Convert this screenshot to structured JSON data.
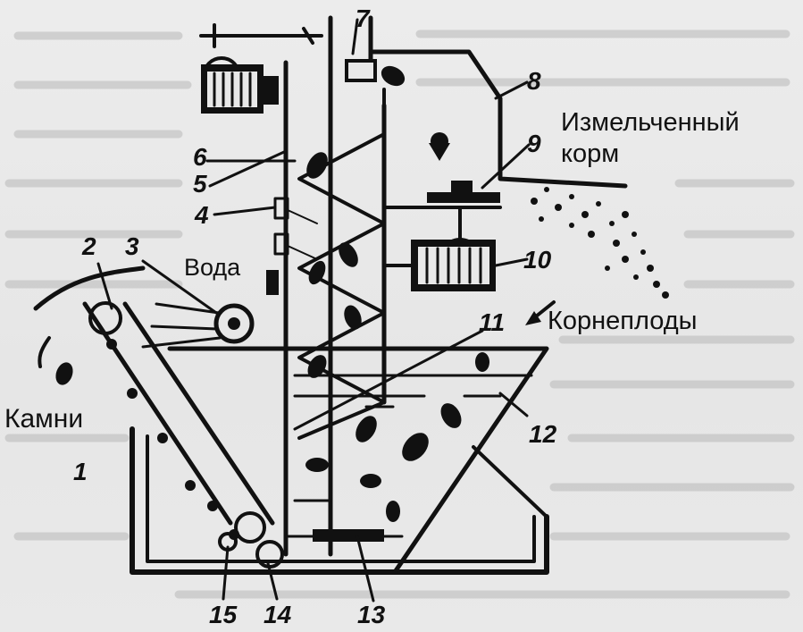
{
  "diagram": {
    "labels": {
      "water": "Вода",
      "stones": "Камни",
      "root_crops": "Корнеплоды",
      "chopped_feed_line1": "Измельченный",
      "chopped_feed_line2": "корм"
    },
    "numbers": [
      "1",
      "2",
      "3",
      "4",
      "5",
      "6",
      "7",
      "8",
      "9",
      "10",
      "11",
      "12",
      "13",
      "14",
      "15"
    ]
  }
}
